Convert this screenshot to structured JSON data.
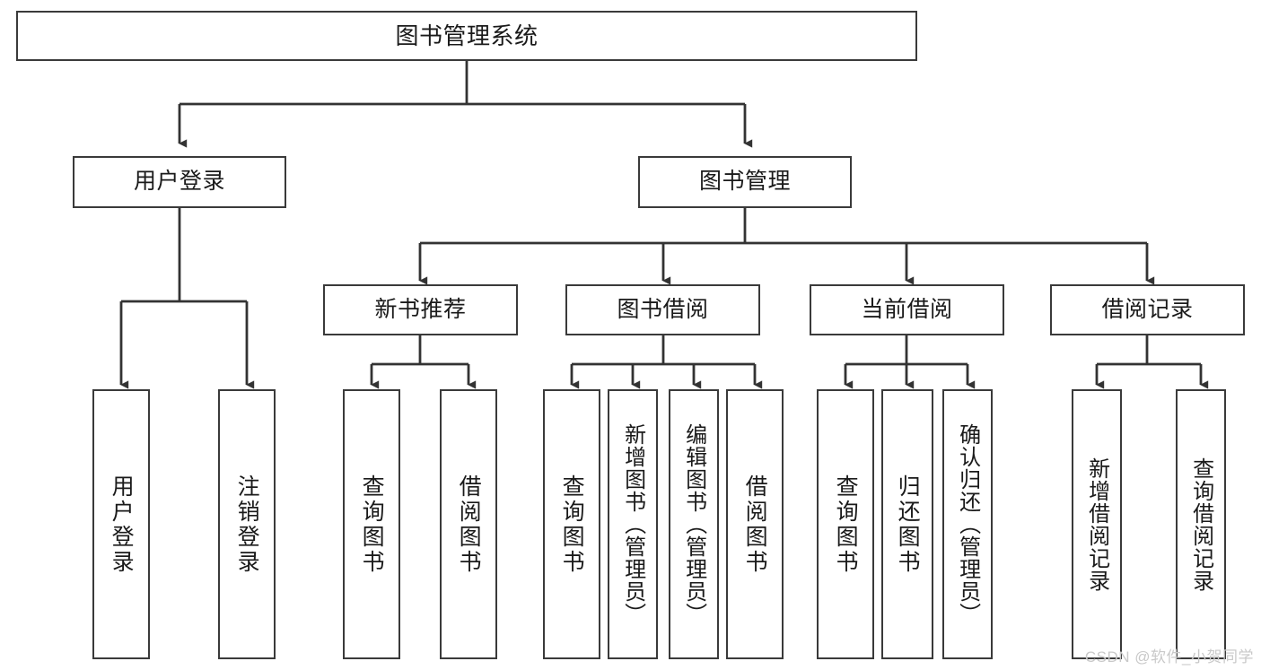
{
  "diagram": {
    "title": "图书管理系统",
    "type": "tree-hierarchy",
    "watermark": "CSDN @软件_小贺同学",
    "colors": {
      "background": "#ffffff",
      "node_border": "#3a3a3a",
      "node_fill": "#ffffff",
      "edge": "#333333",
      "text": "#1a1a1a",
      "watermark": "#c9c9c9"
    },
    "root": {
      "label": "图书管理系统"
    },
    "level1": [
      {
        "label": "用户登录"
      },
      {
        "label": "图书管理"
      }
    ],
    "level2": [
      {
        "label": "新书推荐"
      },
      {
        "label": "图书借阅"
      },
      {
        "label": "当前借阅"
      },
      {
        "label": "借阅记录"
      }
    ],
    "leaves": {
      "user_login": [
        {
          "label": "用户登录"
        },
        {
          "label": "注销登录"
        }
      ],
      "new_book_recommend": [
        {
          "label": "查询图书"
        },
        {
          "label": "借阅图书"
        }
      ],
      "book_borrow": [
        {
          "label": "查询图书"
        },
        {
          "label": "新增图书（管理员）"
        },
        {
          "label": "编辑图书（管理员）"
        },
        {
          "label": "借阅图书"
        }
      ],
      "current_borrow": [
        {
          "label": "查询图书"
        },
        {
          "label": "归还图书"
        },
        {
          "label": "确认归还（管理员）"
        }
      ],
      "borrow_record": [
        {
          "label": "新增借阅记录"
        },
        {
          "label": "查询借阅记录"
        }
      ]
    }
  }
}
